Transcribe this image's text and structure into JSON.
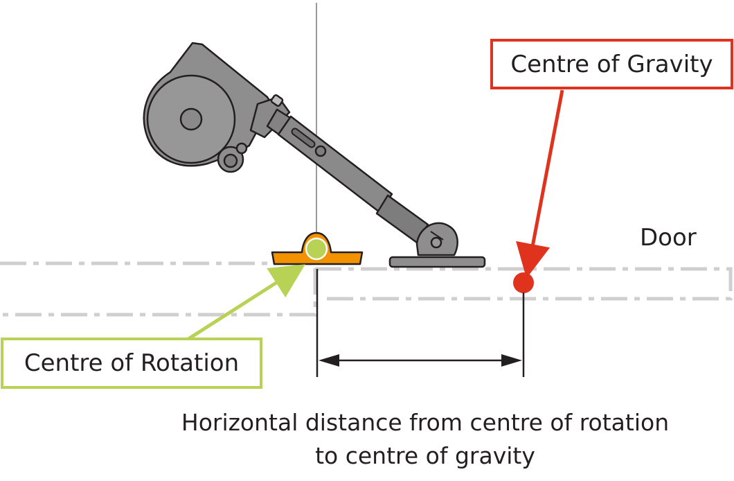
{
  "labels": {
    "centre_of_gravity": "Centre of Gravity",
    "centre_of_rotation": "Centre of Rotation",
    "door": "Door",
    "caption_line1": "Horizontal distance from centre of rotation",
    "caption_line2": "to centre of gravity"
  },
  "colors": {
    "gravity_accent": "#e0331e",
    "rotation_accent": "#b8d255",
    "hinge_body": "#f39200",
    "mechanism_fill": "#8a8a8a",
    "mechanism_stroke": "#231f20",
    "door_outline": "#cfcfcf",
    "axis_line": "#9a9a9a",
    "dimension_line": "#231f20"
  }
}
